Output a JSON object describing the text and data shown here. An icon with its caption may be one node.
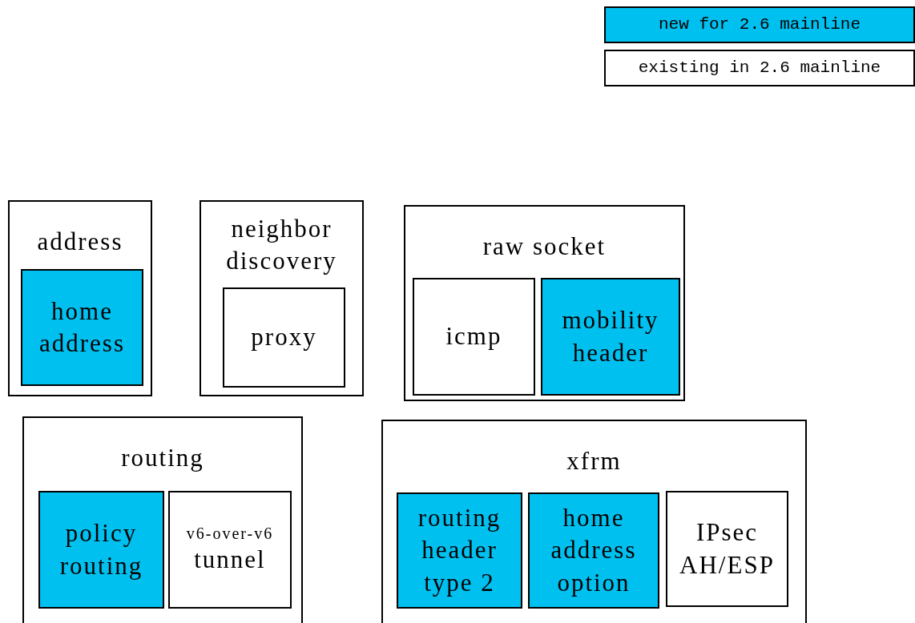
{
  "diagram": {
    "nodes": [
      {
        "text": [
          "address"
        ]
      },
      {
        "text": [
          "home address"
        ],
        "in": 0
      },
      {
        "text": [
          "neighbor discovery"
        ]
      },
      {
        "text": [
          "proxy"
        ],
        "in": 2
      },
      {
        "text": [
          "raw socket"
        ]
      },
      {
        "text": [
          "icmp"
        ],
        "in": 4
      },
      {
        "text": [
          "mobility header"
        ],
        "in": 4
      },
      {
        "text": [
          "routing"
        ]
      },
      {
        "text": [
          "policy routing"
        ],
        "in": 7
      },
      {
        "text": [
          "v6-over-v6",
          "tunnel"
        ],
        "in": 7
      },
      {
        "text": [
          "xfrm"
        ]
      },
      {
        "text": [
          "routing header type 2"
        ],
        "in": 10
      },
      {
        "text": [
          "home address option"
        ],
        "in": 10
      },
      {
        "text": [
          "IPsec AH/ESP"
        ],
        "in": 10
      }
    ],
    "edges": [],
    "legend": [
      {
        "text": "new for 2.6 mainline",
        "color": "#00c0f0"
      },
      {
        "text": "existing in 2.6 mainline",
        "color": "#ffffff"
      }
    ]
  }
}
